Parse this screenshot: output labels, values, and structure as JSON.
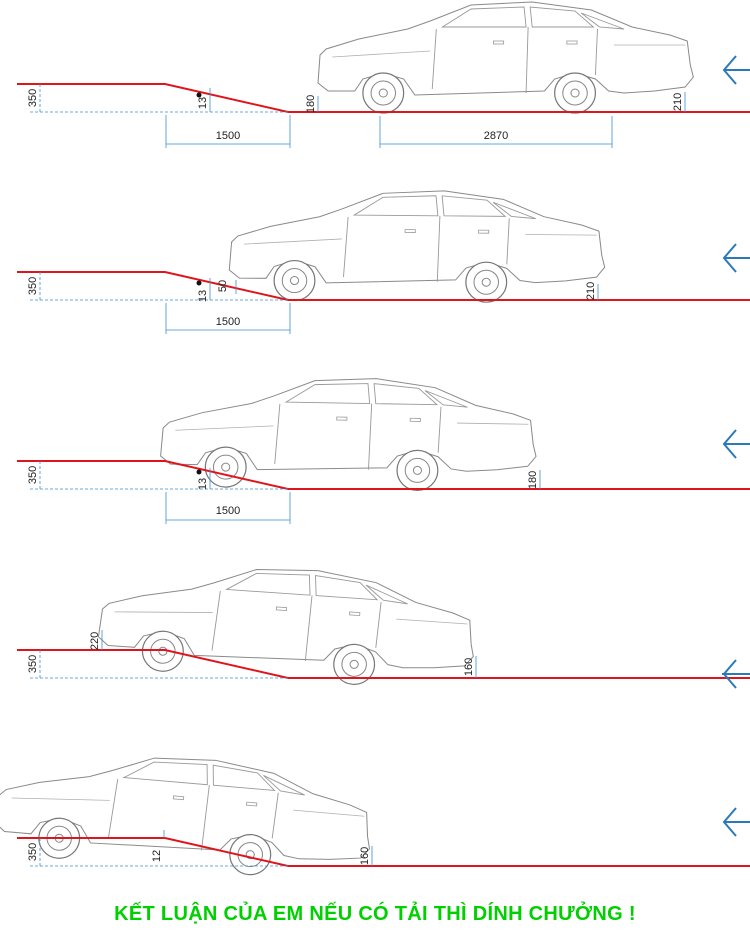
{
  "colors": {
    "ground": "#e0151b",
    "car_outline": "#8a8a8a",
    "dimension": "#3b8fd1",
    "arrow": "#2b7ab8",
    "conclusion_text": "#00d000"
  },
  "icons": {
    "direction_arrow": "chevron-left-icon"
  },
  "scenes": [
    {
      "labels": {
        "ramp_height": "350",
        "step_height": "13",
        "ramp_length": "1500",
        "front_clearance": "180",
        "rear_clearance": "210",
        "wheelbase": "2870"
      }
    },
    {
      "labels": {
        "ramp_height": "350",
        "step_height": "13",
        "ramp_length": "1500",
        "front_clearance": "50",
        "rear_clearance": "210"
      }
    },
    {
      "labels": {
        "ramp_height": "350",
        "step_height": "13",
        "ramp_length": "1500",
        "rear_clearance": "180"
      }
    },
    {
      "labels": {
        "ramp_height": "350",
        "front_clearance": "220",
        "rear_clearance": "160"
      }
    },
    {
      "labels": {
        "ramp_height": "350",
        "contact_gap": "12",
        "rear_clearance": "160"
      }
    }
  ],
  "conclusion": "KẾT LUẬN CỦA EM NẾU CÓ TẢI THÌ DÍNH CHƯỞNG !"
}
